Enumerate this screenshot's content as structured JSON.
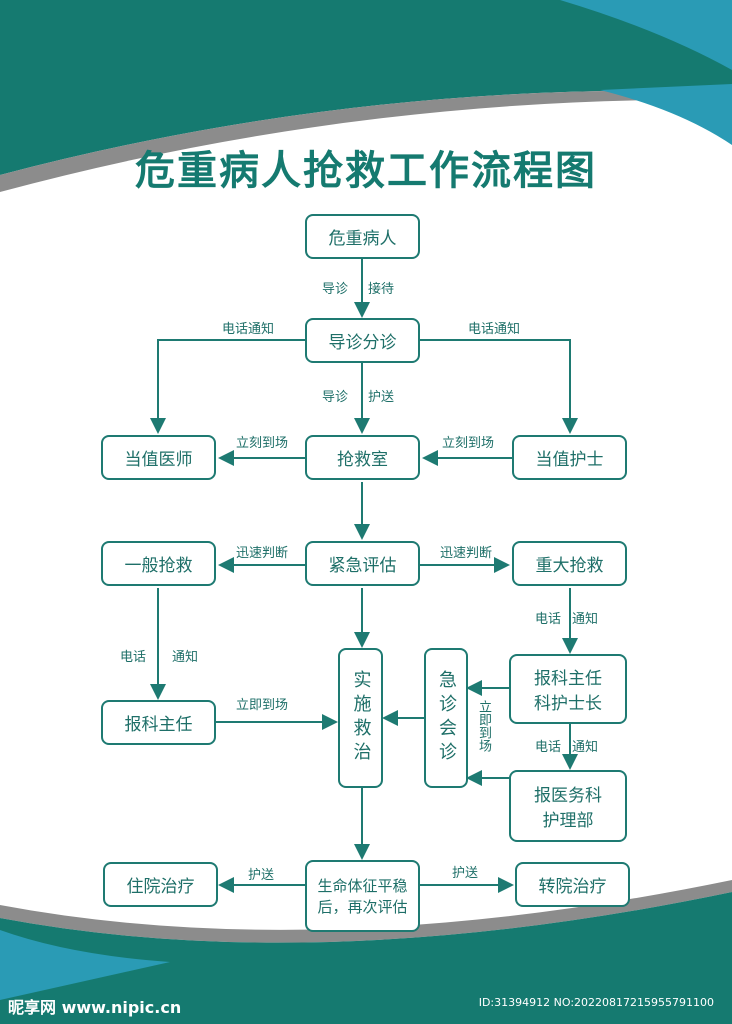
{
  "title": "危重病人抢救工作流程图",
  "colors": {
    "primary": "#157a70",
    "accent": "#2a9bb5",
    "grey": "#8c8c8c"
  },
  "nodes": {
    "critical_patient": "危重病人",
    "triage": "导诊分诊",
    "doctor_on_duty": "当值医师",
    "rescue_room": "抢救室",
    "nurse_on_duty": "当值护士",
    "general_rescue": "一般抢救",
    "emergency_assessment": "紧急评估",
    "major_rescue": "重大抢救",
    "implement_treatment": "实施救治",
    "emergency_consult": "急诊会诊",
    "report_director_nurse_1": "报科主任",
    "report_director_nurse_2": "科护士长",
    "report_director": "报科主任",
    "report_medical_1": "报医务科",
    "report_medical_2": "护理部",
    "hospitalization": "住院治疗",
    "stable_1": "生命体征平稳",
    "stable_2": "后，再次评估",
    "transfer": "转院治疗"
  },
  "labels": {
    "guide": "导诊",
    "receive": "接待",
    "phone_notify_left": "电话通知",
    "phone_notify_right": "电话通知",
    "guide2": "导诊",
    "escort": "护送",
    "arrive_left": "立刻到场",
    "arrive_right": "立刻到场",
    "judge_left": "迅速判断",
    "judge_right": "迅速判断",
    "phone_l": "电话",
    "notify_l": "通知",
    "phone_r": "电话",
    "notify_r": "通知",
    "arrive_now": "立即到场",
    "arrive_now_v": "立即到场",
    "phone_r2": "电话",
    "notify_r2": "通知",
    "escort_left": "护送",
    "escort_right": "护送"
  },
  "watermark": {
    "left": "昵享网 www.nipic.cn",
    "right": "ID:31394912 NO:20220817215955791100"
  }
}
